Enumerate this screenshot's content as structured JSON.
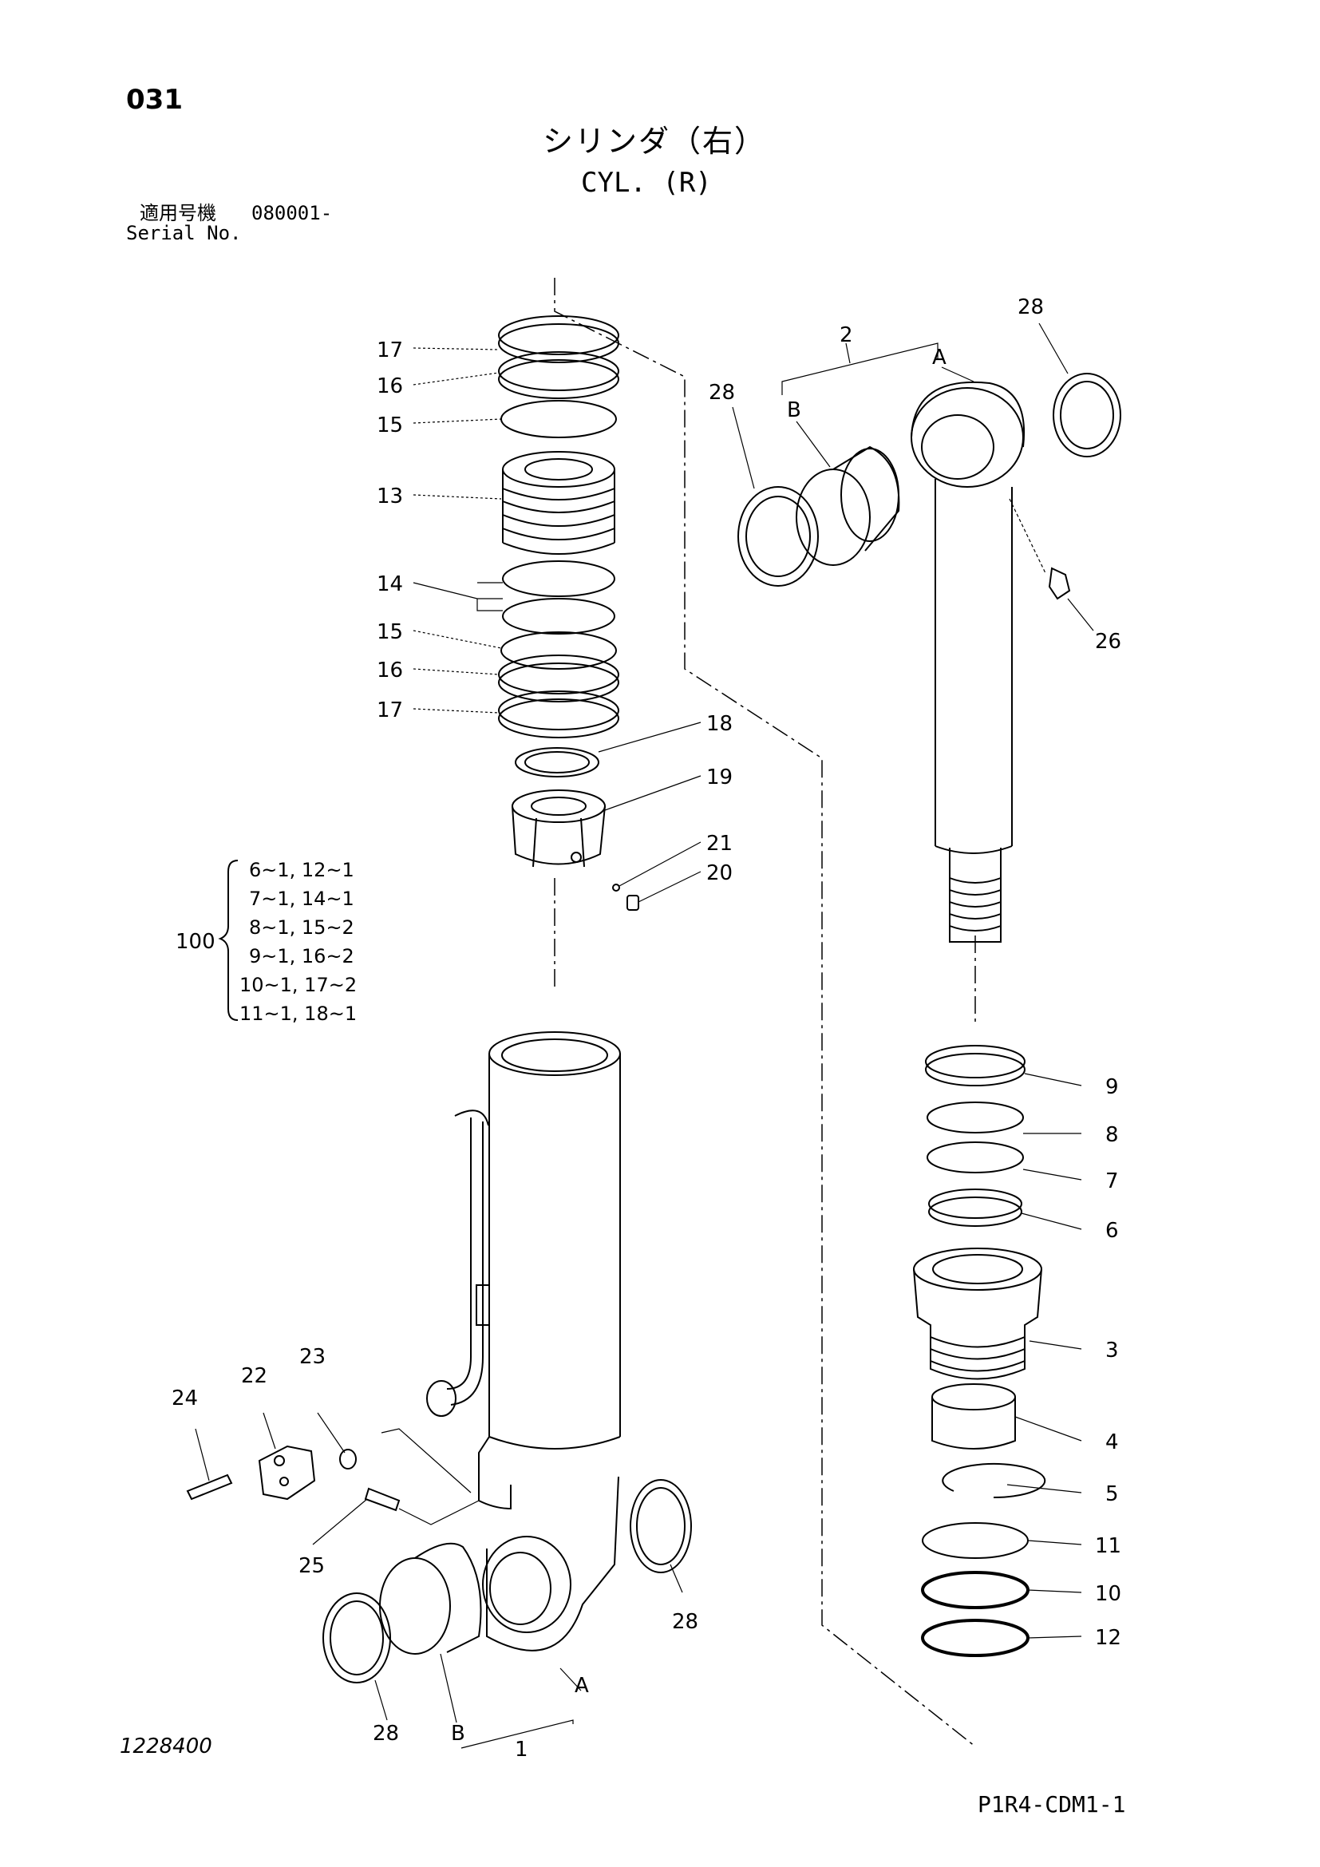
{
  "header": {
    "page_number": "031",
    "title_ja": "シリンダ（右）",
    "title_en": "CYL. (R)",
    "serial_label_ja": "適用号機",
    "serial_value": "080001-",
    "serial_label_en": "Serial No."
  },
  "footer": {
    "drawing_number": "1228400",
    "page_code": "P1R4-CDM1-1"
  },
  "callouts": {
    "c17a": "17",
    "c16a": "16",
    "c15a": "15",
    "c13": "13",
    "c14": "14",
    "c15b": "15",
    "c16b": "16",
    "c17b": "17",
    "c18": "18",
    "c19": "19",
    "c21": "21",
    "c20": "20",
    "c2": "2",
    "cA_rod": "A",
    "cB_rod": "B",
    "c28_rod_left": "28",
    "c28_rod_right": "28",
    "c26": "26",
    "c9": "9",
    "c8": "8",
    "c7": "7",
    "c6": "6",
    "c3": "3",
    "c4": "4",
    "c5": "5",
    "c11": "11",
    "c10": "10",
    "c12": "12",
    "c23": "23",
    "c22": "22",
    "c24": "24",
    "c25": "25",
    "c28_tube_right": "28",
    "c28_tube_left": "28",
    "cA_tube": "A",
    "cB_tube": "B",
    "c1": "1"
  },
  "kit": {
    "label": "100",
    "items": [
      "6~1, 12~1",
      "7~1, 14~1",
      "8~1, 15~2",
      "9~1, 16~2",
      "10~1, 17~2",
      "11~1, 18~1"
    ]
  }
}
